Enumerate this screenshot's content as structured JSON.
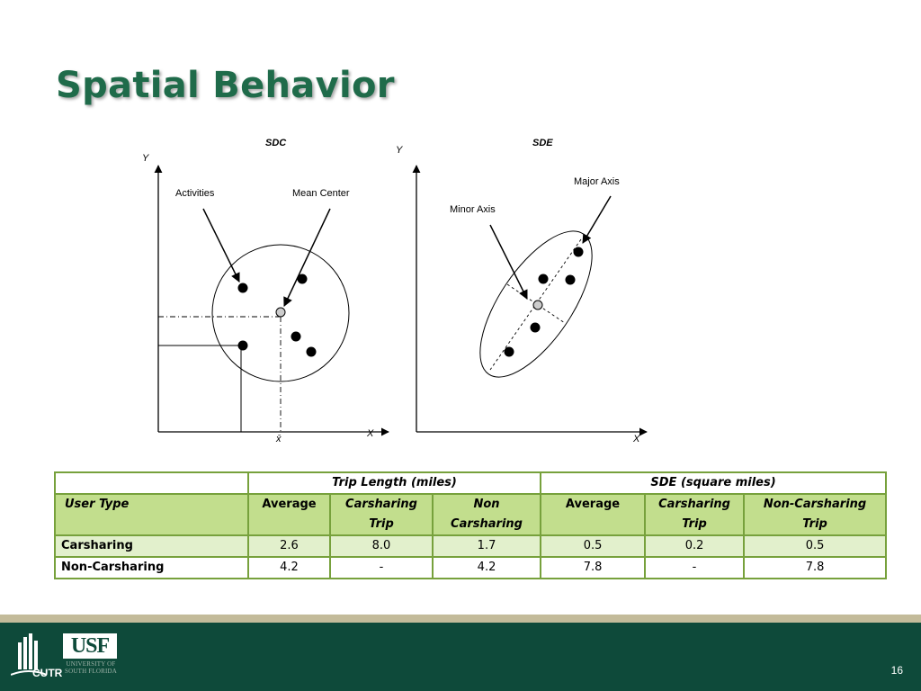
{
  "title": "Spatial Behavior",
  "diagram": {
    "sdc": {
      "label": "SDC",
      "y_axis": "Y",
      "x_axis": "X",
      "x_bar": "x̄",
      "activities": "Activities",
      "mean_center": "Mean Center"
    },
    "sde": {
      "label": "SDE",
      "y_axis": "Y",
      "x_axis": "X",
      "major_axis": "Major Axis",
      "minor_axis": "Minor Axis"
    }
  },
  "table": {
    "groups": {
      "trip_length": "Trip Length (miles)",
      "sde": "SDE (square miles)"
    },
    "header": {
      "user_type": "User Type",
      "tl_average": "Average",
      "tl_carsharing_1": "Carsharing",
      "tl_carsharing_2": "Trip",
      "tl_non_1": "Non",
      "tl_non_2": "Carsharing",
      "sde_average": "Average",
      "sde_carsharing_1": "Carsharing",
      "sde_carsharing_2": "Trip",
      "sde_non_1": "Non-Carsharing",
      "sde_non_2": "Trip"
    },
    "rows": [
      {
        "label": "Carsharing",
        "cells": [
          "2.6",
          "8.0",
          "1.7",
          "0.5",
          "0.2",
          "0.5"
        ]
      },
      {
        "label": "Non-Carsharing",
        "cells": [
          "4.2",
          "-",
          "4.2",
          "7.8",
          "-",
          "7.8"
        ]
      }
    ]
  },
  "footer": {
    "cutr": "CUTR",
    "usf": "USF",
    "usf_sub_1": "UNIVERSITY OF",
    "usf_sub_2": "SOUTH FLORIDA",
    "page_number": "16",
    "bg_color": "#0e4a3a",
    "stripe_color": "#c3bb9a"
  }
}
